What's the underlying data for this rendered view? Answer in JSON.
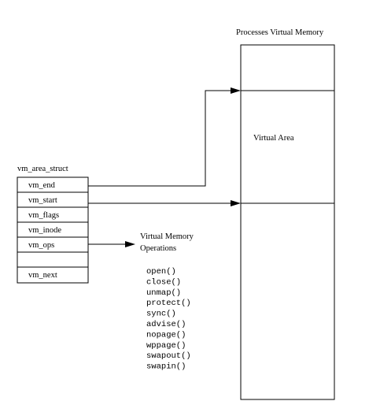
{
  "memory_title": "Processes Virtual Memory",
  "virtual_area_label": "Virtual Area",
  "struct": {
    "title": "vm_area_struct",
    "fields": [
      "vm_end",
      "vm_start",
      "vm_flags",
      "vm_inode",
      "vm_ops",
      "",
      "vm_next"
    ]
  },
  "operations": {
    "title_line1": "Virtual Memory",
    "title_line2": "Operations",
    "functions": [
      "open()",
      "close()",
      "unmap()",
      "protect()",
      "sync()",
      "advise()",
      "nopage()",
      "wppage()",
      "swapout()",
      "swapin()"
    ]
  },
  "colors": {
    "line": "#000000",
    "background": "#ffffff"
  }
}
